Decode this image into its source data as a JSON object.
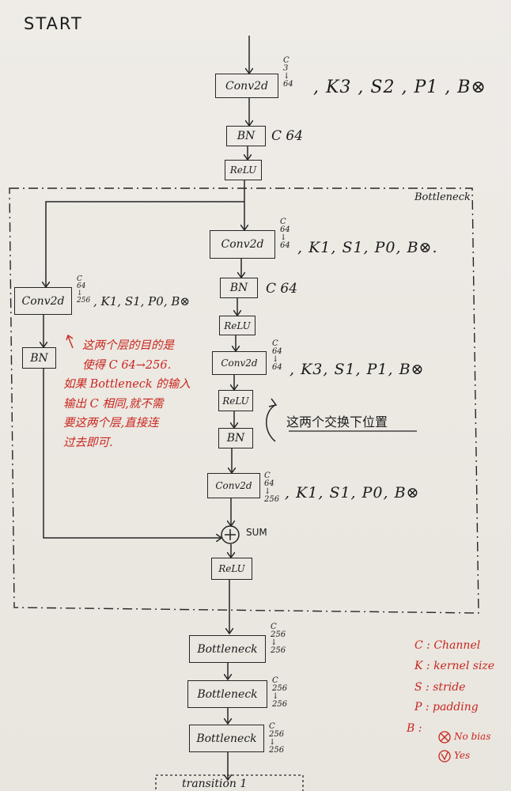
{
  "start_label": "START",
  "stem": {
    "conv1": {
      "label": "Conv2d",
      "ch_c": "C",
      "ch_in": "3",
      "ch_out": "64",
      "params": ", K3 , S2 , P1 , B⊗"
    },
    "bn1": {
      "label": "BN",
      "note": "C 64"
    },
    "relu1": {
      "label": "ReLU"
    }
  },
  "bottleneck": {
    "title": "Bottleneck",
    "conv_a": {
      "label": "Conv2d",
      "ch_c": "C",
      "ch_in": "64",
      "ch_out": "64",
      "params": ", K1, S1, P0, B⊗."
    },
    "bn_a": {
      "label": "BN",
      "note": "C 64"
    },
    "relu_a": {
      "label": "ReLU"
    },
    "conv_b": {
      "label": "Conv2d",
      "ch_c": "C",
      "ch_in": "64",
      "ch_out": "64",
      "params": ", K3, S1, P1, B⊗"
    },
    "relu_b": {
      "label": "ReLU"
    },
    "bn_b": {
      "label": "BN"
    },
    "swap_note": "这两个交换下位置",
    "conv_c": {
      "label": "Conv2d",
      "ch_c": "C",
      "ch_in": "64",
      "ch_out": "256",
      "params": ", K1, S1, P0, B⊗"
    },
    "sum_label": "SUM",
    "relu_out": {
      "label": "ReLU"
    },
    "shortcut": {
      "conv": {
        "label": "Conv2d",
        "ch_c": "C",
        "ch_in": "64",
        "ch_out": "256",
        "params": ", K1, S1, P0, B⊗"
      },
      "bn": {
        "label": "BN"
      },
      "note_lines": [
        "这两个层的目的是",
        "使得 C 64→256.",
        "如果 Bottleneck 的输入",
        "输出 C 相同,就不需",
        "要这两个层,直接连",
        "过去即可."
      ]
    }
  },
  "stack": [
    {
      "label": "Bottleneck",
      "ch_c": "C",
      "ch_in": "256",
      "ch_out": "256"
    },
    {
      "label": "Bottleneck",
      "ch_c": "C",
      "ch_in": "256",
      "ch_out": "256"
    },
    {
      "label": "Bottleneck",
      "ch_c": "C",
      "ch_in": "256",
      "ch_out": "256"
    }
  ],
  "transition_label": "transition 1",
  "legend": {
    "items": [
      "C : Channel",
      "K : kernel size",
      "S : stride",
      "P : padding",
      "B :"
    ],
    "no_bias": "No bias",
    "yes": "Yes"
  },
  "colors": {
    "ink": "#1c1c1c",
    "red": "#c8261e",
    "paper": "#eeebe6"
  }
}
